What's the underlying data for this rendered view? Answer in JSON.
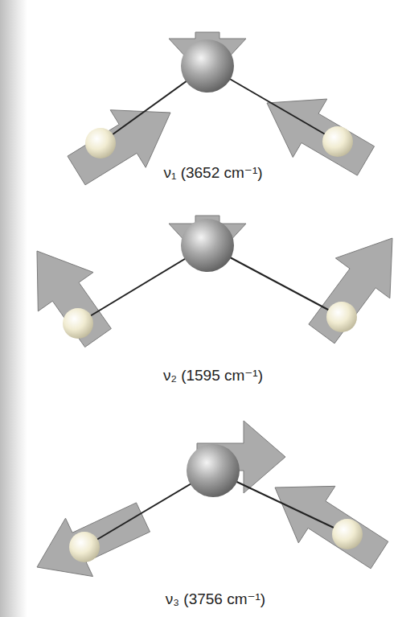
{
  "diagram": {
    "labels": [
      "ν₁ (3652 cm⁻¹)",
      "ν₂ (1595 cm⁻¹)",
      "ν₃ (3756 cm⁻¹)"
    ]
  }
}
